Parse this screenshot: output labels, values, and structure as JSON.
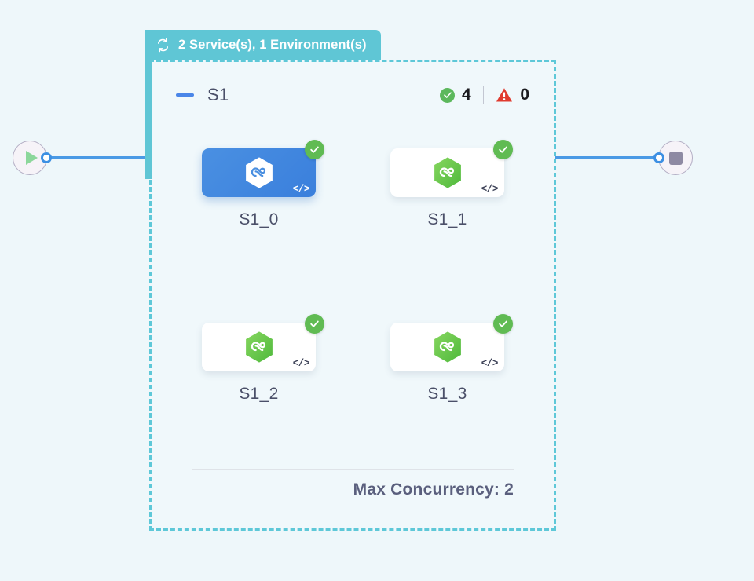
{
  "group": {
    "tab_label": "2 Service(s), 1 Environment(s)",
    "tab_icon": "sync-loop-icon",
    "border_color": "#5ec8d8",
    "tab_color": "#5fc6d5"
  },
  "service": {
    "name": "S1",
    "collapse_icon": "minus-icon",
    "success_count": "4",
    "success_icon": "check-circle-icon",
    "warning_count": "0",
    "warning_icon": "warning-triangle-icon",
    "success_color": "#5cb85c",
    "warning_color": "#e03b2f"
  },
  "nodes": [
    {
      "label": "S1_0",
      "selected": true,
      "status": "ok",
      "status_icon": "check-circle-icon",
      "code_icon": "</>",
      "logo_icon": "hexagon-infinity-icon"
    },
    {
      "label": "S1_1",
      "selected": false,
      "status": "ok",
      "status_icon": "check-circle-icon",
      "code_icon": "</>",
      "logo_icon": "hexagon-infinity-icon"
    },
    {
      "label": "S1_2",
      "selected": false,
      "status": "ok",
      "status_icon": "check-circle-icon",
      "code_icon": "</>",
      "logo_icon": "hexagon-infinity-icon"
    },
    {
      "label": "S1_3",
      "selected": false,
      "status": "ok",
      "status_icon": "check-circle-icon",
      "code_icon": "</>",
      "logo_icon": "hexagon-infinity-icon"
    }
  ],
  "footer": {
    "max_concurrency": "Max Concurrency: 2"
  },
  "endpoints": {
    "start_icon": "play-icon",
    "end_icon": "stop-icon"
  },
  "colors": {
    "background": "#eef7fa",
    "edge": "#4a9ae5",
    "selected_node": "#4a90e2",
    "node_logo": "#62c24a"
  }
}
